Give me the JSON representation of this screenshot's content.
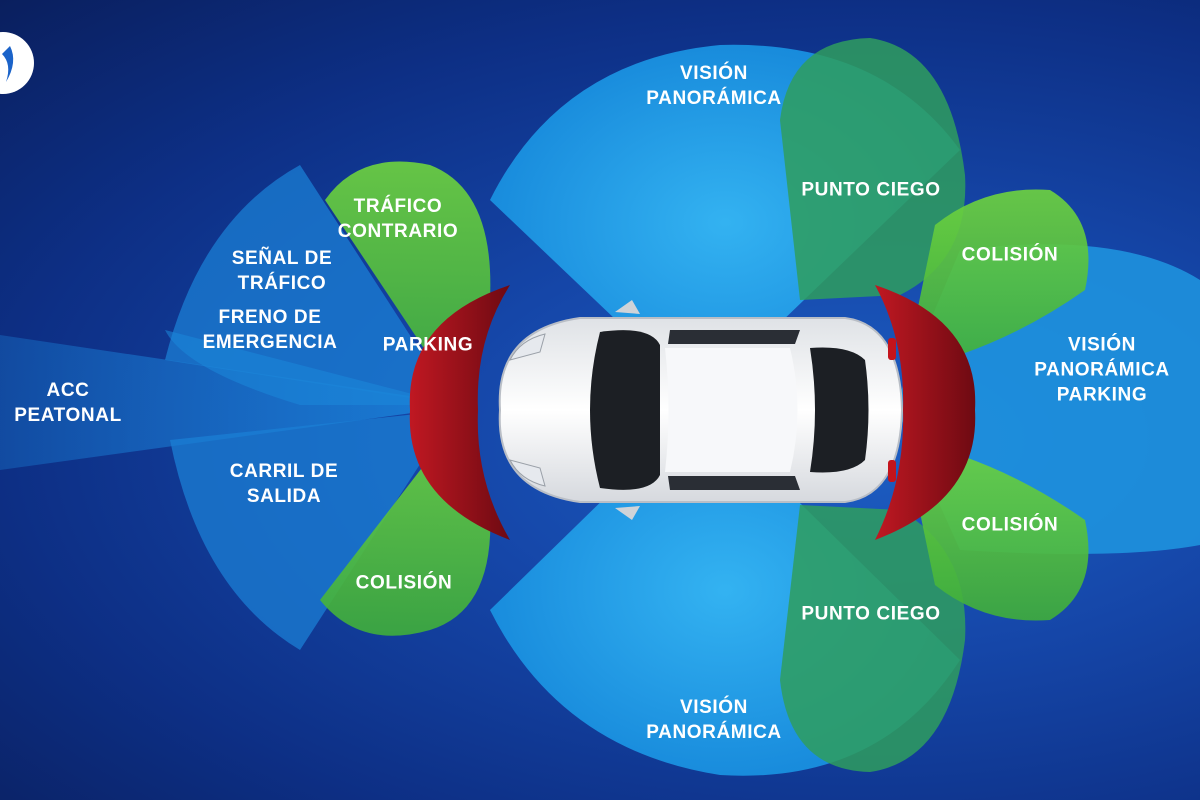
{
  "colors": {
    "background_deep": "#0a1f5e",
    "background_mid": "#1546a8",
    "zone_blue": "#1aa0e8",
    "zone_green": "#5ec83a",
    "zone_dark_green": "#2e9a58",
    "sensor_red": "#a3121b",
    "car_body": "#f2f3f5",
    "glass": "#1c1f24",
    "text": "#ffffff"
  },
  "logo": {
    "icon": "brand-swoosh-icon"
  },
  "labels": {
    "acc_peatonal": "ACC\nPEATONAL",
    "senal_trafico": "SEÑAL DE\nTRÁFICO",
    "freno_emergencia": "FRENO DE\nEMERGENCIA",
    "trafico_contrario": "TRÁFICO\nCONTRARIO",
    "parking": "PARKING",
    "carril_salida": "CARRIL DE\nSALIDA",
    "colision_front_bottom": "COLISIÓN",
    "vision_top": "VISIÓN\nPANORÁMICA",
    "vision_bottom": "VISIÓN\nPANORÁMICA",
    "punto_ciego_top": "PUNTO CIEGO",
    "punto_ciego_bottom": "PUNTO CIEGO",
    "colision_rear_top": "COLISIÓN",
    "colision_rear_bottom": "COLISIÓN",
    "vision_parking": "VISIÓN\nPANORÁMICA\nPARKING"
  }
}
